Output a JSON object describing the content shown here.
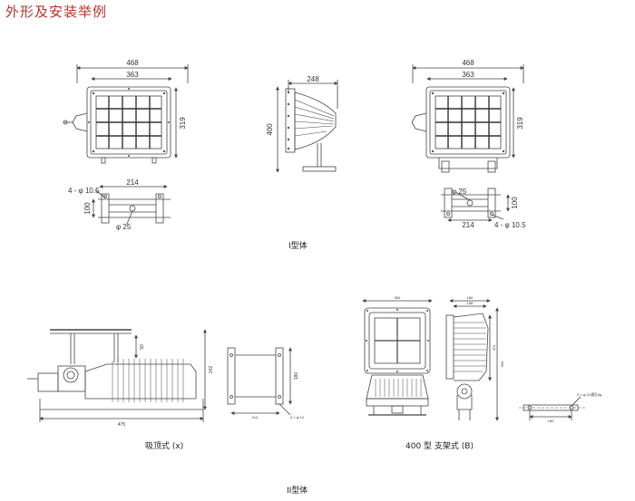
{
  "page": {
    "title": "外形及安装举例",
    "type_i_caption": "I型体",
    "type_ii_caption": "II型体"
  },
  "views": {
    "v1_front": {
      "width_outer": "468",
      "width_inner": "363",
      "height": "319"
    },
    "v1_mount": {
      "hole_label": "4 - φ 10.5",
      "spacing": "214",
      "depth": "100",
      "center_hole": "φ 25"
    },
    "v2_side": {
      "depth": "248",
      "height": "400"
    },
    "v3_front": {
      "width_outer": "468",
      "width_inner": "363",
      "height": "319"
    },
    "v3_mount": {
      "center_hole": "φ 25",
      "depth": "100",
      "spacing": "214",
      "hole_label": "4 - φ 10.5"
    },
    "ceiling_mount": {
      "caption": "吸顶式 (x)",
      "length": "475",
      "height": "242",
      "drop": "50",
      "bracket_width": "114",
      "bracket_height": "180",
      "bracket_hole": "4 × φ 12"
    },
    "bracket_mount": {
      "caption": "400 型 支架式 (B)",
      "front_width": "304",
      "side_top": "180",
      "side_inner": "158",
      "side_height": "474",
      "overall_height": "593",
      "bracket_length": "180",
      "bracket_hole": "2 × φ 21通孔tlg"
    }
  }
}
